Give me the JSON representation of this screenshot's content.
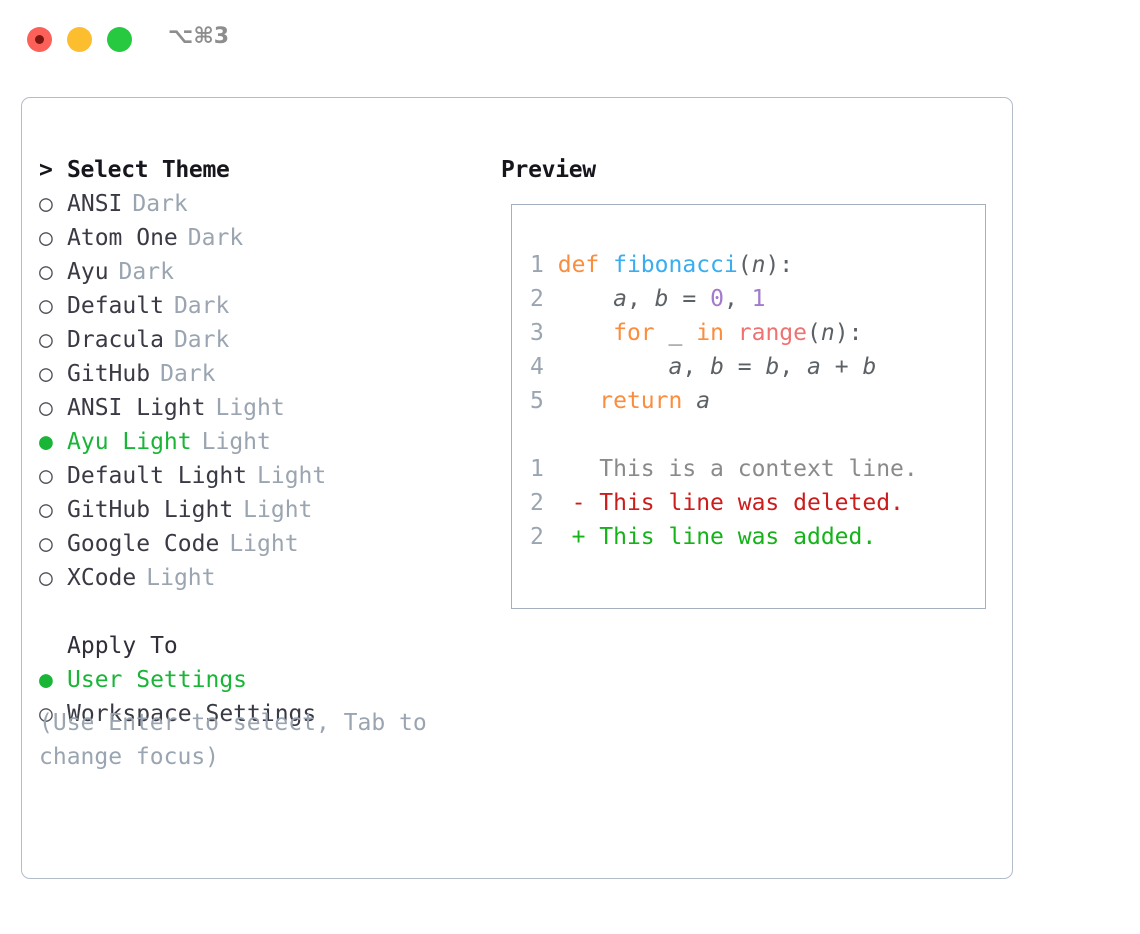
{
  "titlebar": {
    "shortcut": "⌥⌘3",
    "buttons": [
      {
        "name": "close-button",
        "color": "#fb6158"
      },
      {
        "name": "minimize-button",
        "color": "#fcbd2e"
      },
      {
        "name": "maximize-button",
        "color": "#26c940"
      }
    ]
  },
  "colors": {
    "accent_green": "#19b536",
    "muted_gray": "#9aa5b1",
    "text_dark": "#3a3a45",
    "border": "#b3bdc9",
    "keyword_orange": "#fa8d3e",
    "function_blue": "#3aadf0",
    "number_purple": "#a37acc",
    "builtin_red": "#f07171",
    "diff_deleted": "#cc1c1c",
    "diff_added": "#15b21a"
  },
  "theme_section": {
    "marker_selected": "●",
    "marker_unselected": "○",
    "header": {
      "prefix": ">",
      "label": "Select Theme"
    },
    "items": [
      {
        "name": "ANSI",
        "variant": "Dark",
        "selected": false
      },
      {
        "name": "Atom One",
        "variant": "Dark",
        "selected": false
      },
      {
        "name": "Ayu",
        "variant": "Dark",
        "selected": false
      },
      {
        "name": "Default",
        "variant": "Dark",
        "selected": false
      },
      {
        "name": "Dracula",
        "variant": "Dark",
        "selected": false
      },
      {
        "name": "GitHub",
        "variant": "Dark",
        "selected": false
      },
      {
        "name": "ANSI Light",
        "variant": "Light",
        "selected": false
      },
      {
        "name": "Ayu Light",
        "variant": "Light",
        "selected": true
      },
      {
        "name": "Default Light",
        "variant": "Light",
        "selected": false
      },
      {
        "name": "GitHub Light",
        "variant": "Light",
        "selected": false
      },
      {
        "name": "Google Code",
        "variant": "Light",
        "selected": false
      },
      {
        "name": "XCode",
        "variant": "Light",
        "selected": false
      }
    ]
  },
  "apply_section": {
    "header": "Apply To",
    "items": [
      {
        "label": "User Settings",
        "selected": true
      },
      {
        "label": "Workspace Settings",
        "selected": false
      }
    ]
  },
  "hint": "(Use Enter to select, Tab to change focus)",
  "preview": {
    "title": "Preview",
    "code_lines": [
      {
        "number": "1",
        "tokens": [
          {
            "text": "def ",
            "cls": "kw"
          },
          {
            "text": "fibonacci",
            "cls": "fn"
          },
          {
            "text": "(",
            "cls": "punc"
          },
          {
            "text": "n",
            "cls": "ident"
          },
          {
            "text": "):",
            "cls": "punc"
          }
        ]
      },
      {
        "number": "2",
        "tokens": [
          {
            "text": "    ",
            "cls": "punc"
          },
          {
            "text": "a",
            "cls": "ident"
          },
          {
            "text": ", ",
            "cls": "punc"
          },
          {
            "text": "b",
            "cls": "ident"
          },
          {
            "text": " = ",
            "cls": "punc"
          },
          {
            "text": "0",
            "cls": "num"
          },
          {
            "text": ", ",
            "cls": "punc"
          },
          {
            "text": "1",
            "cls": "num"
          }
        ]
      },
      {
        "number": "3",
        "tokens": [
          {
            "text": "    ",
            "cls": "punc"
          },
          {
            "text": "for ",
            "cls": "kw"
          },
          {
            "text": "_",
            "cls": "ident"
          },
          {
            "text": " ",
            "cls": "punc"
          },
          {
            "text": "in ",
            "cls": "kw"
          },
          {
            "text": "range",
            "cls": "bi"
          },
          {
            "text": "(",
            "cls": "punc"
          },
          {
            "text": "n",
            "cls": "ident"
          },
          {
            "text": "):",
            "cls": "punc"
          }
        ]
      },
      {
        "number": "4",
        "tokens": [
          {
            "text": "        ",
            "cls": "punc"
          },
          {
            "text": "a",
            "cls": "ident"
          },
          {
            "text": ", ",
            "cls": "punc"
          },
          {
            "text": "b",
            "cls": "ident"
          },
          {
            "text": " = ",
            "cls": "punc"
          },
          {
            "text": "b",
            "cls": "ident"
          },
          {
            "text": ", ",
            "cls": "punc"
          },
          {
            "text": "a",
            "cls": "ident"
          },
          {
            "text": " + ",
            "cls": "punc"
          },
          {
            "text": "b",
            "cls": "ident"
          }
        ]
      },
      {
        "number": "5",
        "tokens": [
          {
            "text": "   ",
            "cls": "punc"
          },
          {
            "text": "return ",
            "cls": "kw"
          },
          {
            "text": "a",
            "cls": "ident"
          }
        ]
      },
      {
        "number": "",
        "tokens": []
      },
      {
        "number": "1",
        "tokens": [
          {
            "text": "   This is a context line.",
            "cls": "ctx"
          }
        ]
      },
      {
        "number": "2",
        "tokens": [
          {
            "text": " - This line was deleted.",
            "cls": "del"
          }
        ]
      },
      {
        "number": "2",
        "tokens": [
          {
            "text": " + This line was added.",
            "cls": "add"
          }
        ]
      }
    ]
  }
}
